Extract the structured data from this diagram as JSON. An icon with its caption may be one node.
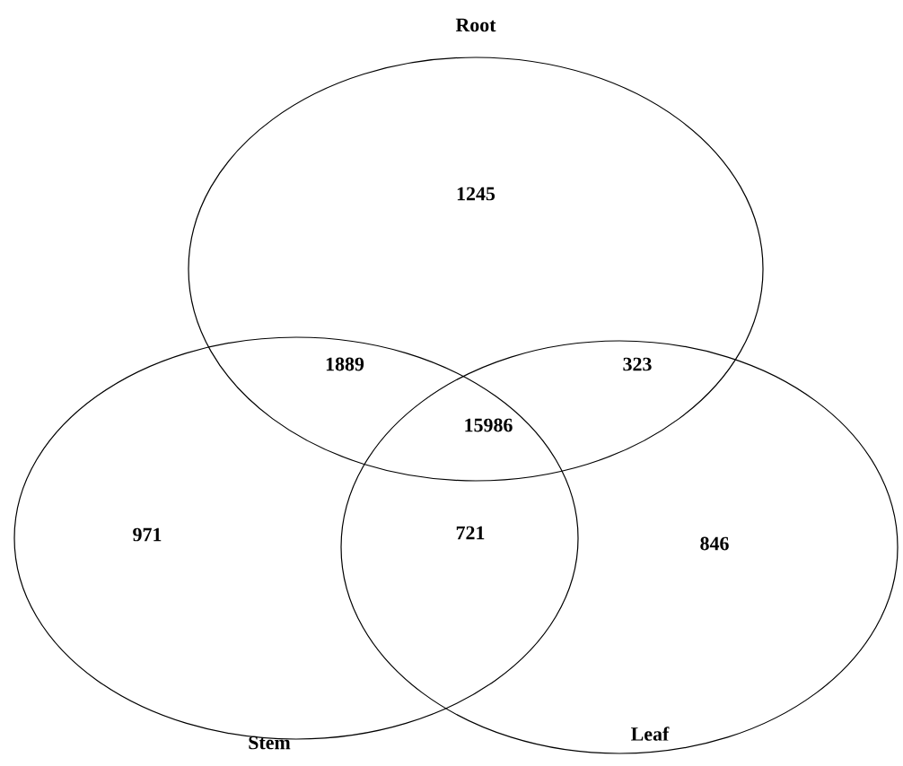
{
  "diagram": {
    "nodes": [
      {
        "text": [
          "Root"
        ]
      },
      {
        "text": [
          "Stem"
        ]
      },
      {
        "text": [
          "Leaf"
        ]
      }
    ],
    "labels": [
      "1245",
      "1889",
      "15986",
      "323",
      "971",
      "721",
      "846"
    ]
  }
}
